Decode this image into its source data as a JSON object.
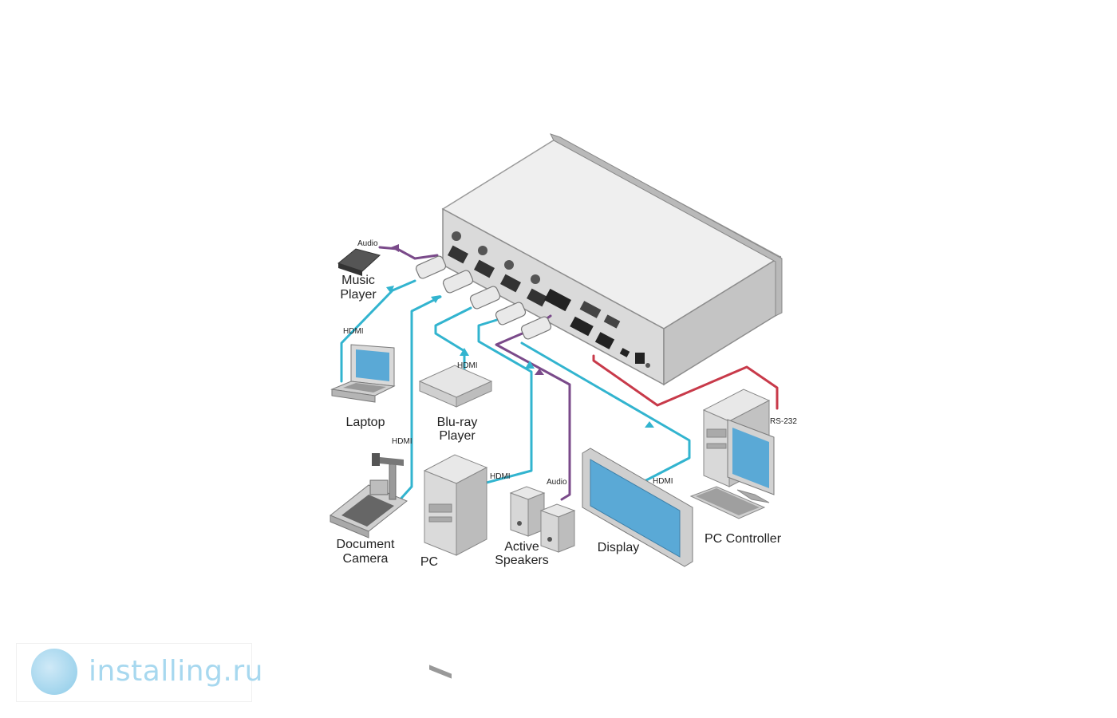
{
  "labels": {
    "music_player": [
      "Music",
      "Player"
    ],
    "laptop": "Laptop",
    "bluray": [
      "Blu-ray",
      "Player"
    ],
    "document_camera": [
      "Document",
      "Camera"
    ],
    "pc": "PC",
    "speakers": [
      "Active",
      "Speakers"
    ],
    "display": "Display",
    "pc_controller": "PC Controller"
  },
  "cable_labels": {
    "audio_top": "Audio",
    "hdmi_laptop": "HDMI",
    "hdmi_bluray": "HDMI",
    "hdmi_doccam": "HDMI",
    "hdmi_pc": "HDMI",
    "audio_speakers": "Audio",
    "hdmi_display": "HDMI",
    "rs232": "RS-232"
  },
  "watermark": "installing.ru",
  "colors": {
    "hdmi_cable": "#32b4cf",
    "audio_cable": "#7a4a8a",
    "rs232_cable": "#c83a4a",
    "device_body": "#dcdcdc",
    "screen": "#5aa9d6"
  }
}
